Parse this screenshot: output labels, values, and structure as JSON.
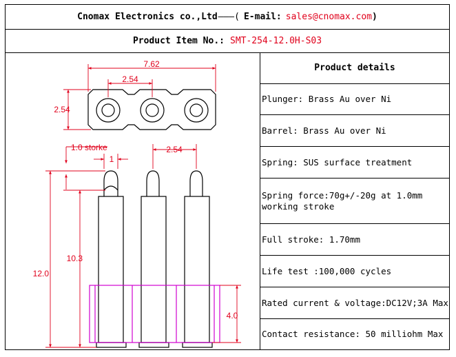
{
  "header": {
    "company": "Cnomax Electronics co.,Ltd",
    "dash": "———(",
    "email_label": "E-mail:",
    "email": "sales@cnomax.com",
    "close": ")"
  },
  "item": {
    "label": "Product Item No.:",
    "value": "SMT-254-12.0H-S03"
  },
  "drawing": {
    "dim_width": "7.62",
    "dim_pitch_top": "2.54",
    "dim_height": "2.54",
    "dim_stroke": "1.0 storke",
    "dim_pitch_side": "2.54",
    "dim_tip": "1",
    "dim_pin_height": "10.3",
    "dim_total_height": "12.0",
    "dim_base_height": "4.0"
  },
  "details": {
    "title": "Product details",
    "items": [
      "Plunger: Brass Au over Ni",
      "Barrel: Brass Au over Ni",
      "Spring: SUS surface treatment",
      "Spring force:70g+/-20g at 1.0mm working stroke",
      "Full stroke: 1.70mm",
      "Life test :100,000 cycles",
      "Rated current & voltage:DC12V;3A Max",
      "Contact resistance: 50 milliohm Max"
    ]
  }
}
